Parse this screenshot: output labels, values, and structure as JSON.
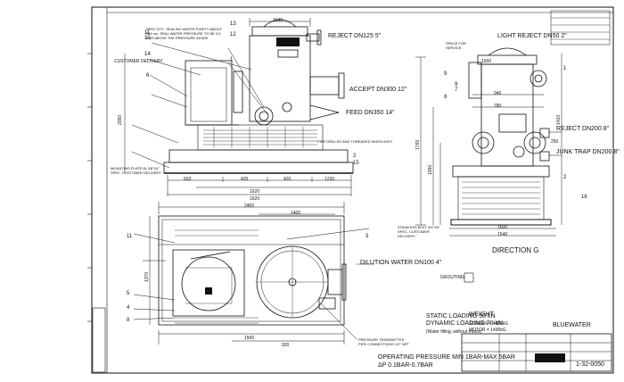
{
  "labels": {
    "reject_top": "REJECT DN125 5\"",
    "accept": "ACCEPT DN300 12\"",
    "feed": "FEED DN350 14\"",
    "light_reject": "LIGHT REJECT DN50 2\"",
    "reject_side": "REJECT DN200 8\"",
    "junk_trap": "JUNK TRAP DN200 8\"",
    "dilution_water": "DILUTION WATER DN100 4\"",
    "direction": "DIRECTION G",
    "customer_delivery": "CUSTOMER DELIVERY",
    "mounting_plate": "MOUNTING PLATE IN 3/8\"X4\" SPEC. CUSTOMER DELIVERY",
    "space_for_service": "SPACE FOR SERVICE",
    "stainless_bolt": "STAINLESS BOLT 3/4\"X6\" SPEC. CUSTOMER DELIVERY",
    "grouting": "GROUTING",
    "pressure_transmitter": "PRESSURE TRANSMITTER PIPE CONNECTIONS 1/2\" NPT",
    "pipe_drilled": "PIPE DRILLED AND THREADED WHEN ASSY",
    "static_loading": "STATIC LOADING 50 kN",
    "dynamic_loading": "DYNAMIC LOADING 70 kN",
    "water_filling": "(Water filling, without motor)",
    "operating_pressure": "OPERATING PRESSURE MIN 1BAR-MAX 5BAR",
    "delta_p": "ΔP 0.1BAR-0.7BAR",
    "weight": "WEIGHT",
    "screen_mass": "SCREEN = 4400kG",
    "motor_mass": "MOTOR = 1430kG",
    "company": "BLUEWATER",
    "drawing_no": "1-32-0050",
    "note_top": "SPEC ETC. SEALING WATER PURITY ABOUT 250 um. SEAL WATER PRESSURE TO BE 0.5 BAR ABOVE THE PRESSURE INSIDE"
  },
  "dims": {
    "d_1620": "1620",
    "d_1620b": "1620",
    "d_603": "603",
    "d_420": "420",
    "d_1230": "1230",
    "d_2050": "2050",
    "d_1500": "1500",
    "d_1540": "1540",
    "d_1400": "1400",
    "d_2400": "2400",
    "d_920": "920",
    "d_1370": "1370",
    "d_945": "945",
    "d_780": "780",
    "d_250": "250",
    "d_1765": "1765",
    "d_1390": "1390",
    "d_1600": "1600",
    "d_1540b": "1540",
    "d_1410": "1410",
    "d_1900": "1900"
  },
  "balloons": [
    "13",
    "11",
    "10",
    "12",
    "14",
    "1",
    "6",
    "2",
    "15",
    "9",
    "7",
    "11",
    "5",
    "4",
    "8",
    "3",
    "1",
    "2",
    "16",
    "9",
    "8"
  ]
}
